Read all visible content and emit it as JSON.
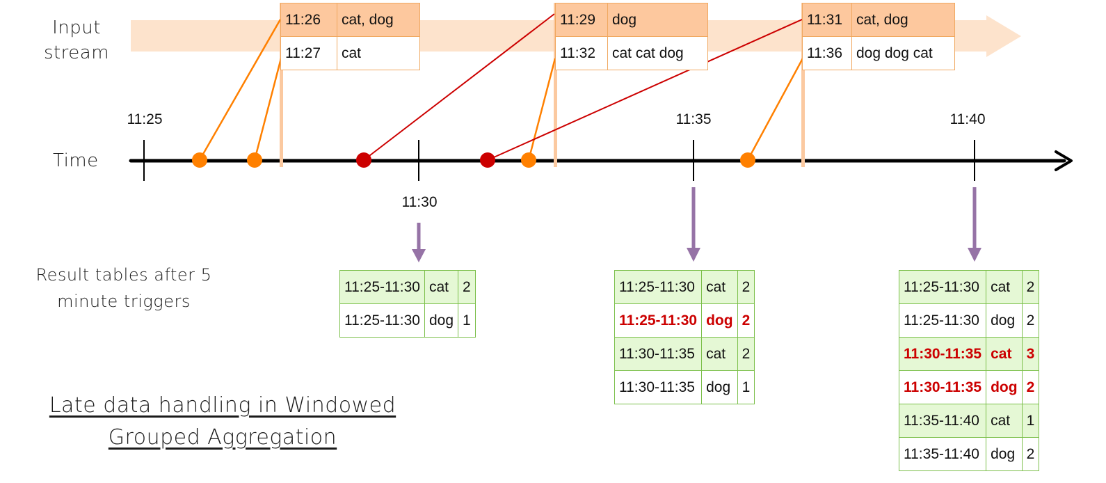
{
  "labels": {
    "input_stream_line1": "Input",
    "input_stream_line2": "stream",
    "time": "Time",
    "result_line1": "Result tables after 5",
    "result_line2": "minute triggers",
    "title_line1": "Late data handling in Windowed",
    "title_line2": "Grouped Aggregation"
  },
  "ticks": [
    {
      "label": "11:25",
      "label_pos": "above"
    },
    {
      "label": "11:30",
      "label_pos": "below"
    },
    {
      "label": "11:35",
      "label_pos": "above"
    },
    {
      "label": "11:40",
      "label_pos": "above"
    }
  ],
  "event_tables": [
    {
      "rows": [
        {
          "time": "11:26",
          "words": "cat, dog"
        },
        {
          "time": "11:27",
          "words": "cat"
        }
      ]
    },
    {
      "rows": [
        {
          "time": "11:29",
          "words": "dog"
        },
        {
          "time": "11:32",
          "words": "cat cat dog"
        }
      ]
    },
    {
      "rows": [
        {
          "time": "11:31",
          "words": "cat, dog"
        },
        {
          "time": "11:36",
          "words": "dog dog cat"
        }
      ]
    }
  ],
  "result_tables": [
    {
      "rows": [
        {
          "window": "11:25-11:30",
          "word": "cat",
          "count": "2",
          "highlight": false
        },
        {
          "window": "11:25-11:30",
          "word": "dog",
          "count": "1",
          "highlight": false
        }
      ]
    },
    {
      "rows": [
        {
          "window": "11:25-11:30",
          "word": "cat",
          "count": "2",
          "highlight": false
        },
        {
          "window": "11:25-11:30",
          "word": "dog",
          "count": "2",
          "highlight": true
        },
        {
          "window": "11:30-11:35",
          "word": "cat",
          "count": "2",
          "highlight": false
        },
        {
          "window": "11:30-11:35",
          "word": "dog",
          "count": "1",
          "highlight": false
        }
      ]
    },
    {
      "rows": [
        {
          "window": "11:25-11:30",
          "word": "cat",
          "count": "2",
          "highlight": false
        },
        {
          "window": "11:25-11:30",
          "word": "dog",
          "count": "2",
          "highlight": false
        },
        {
          "window": "11:30-11:35",
          "word": "cat",
          "count": "3",
          "highlight": true
        },
        {
          "window": "11:30-11:35",
          "word": "dog",
          "count": "2",
          "highlight": true
        },
        {
          "window": "11:35-11:40",
          "word": "cat",
          "count": "1",
          "highlight": false
        },
        {
          "window": "11:35-11:40",
          "word": "dog",
          "count": "2",
          "highlight": false
        }
      ]
    }
  ],
  "colors": {
    "stream_band": "#fde3cc",
    "on_time_event": "#ff8000",
    "late_event": "#cc0000",
    "trigger_arrow": "#9673a6",
    "event_header": "#fdc89e",
    "result_green": "#e5f8d5"
  }
}
